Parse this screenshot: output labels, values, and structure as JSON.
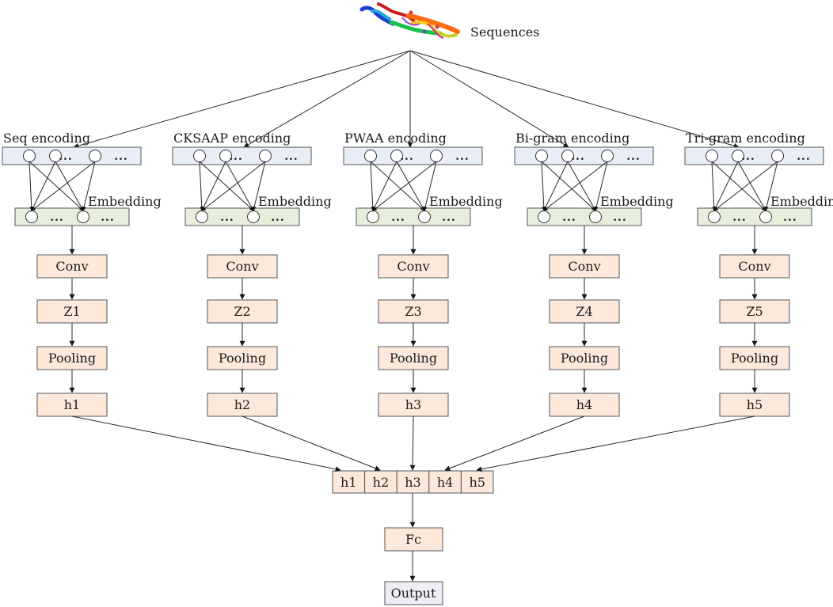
{
  "sequences_label": "Sequences",
  "embedding_label": "Embedding",
  "ellipsis": "...",
  "branches": [
    {
      "encoding": "Seq encoding",
      "conv": "Conv",
      "z": "Z1",
      "pool": "Pooling",
      "h": "h1"
    },
    {
      "encoding": "CKSAAP encoding",
      "conv": "Conv",
      "z": "Z2",
      "pool": "Pooling",
      "h": "h2"
    },
    {
      "encoding": "PWAA encoding",
      "conv": "Conv",
      "z": "Z3",
      "pool": "Pooling",
      "h": "h3"
    },
    {
      "encoding": "Bi-gram encoding",
      "conv": "Conv",
      "z": "Z4",
      "pool": "Pooling",
      "h": "h4"
    },
    {
      "encoding": "Tri-gram encoding",
      "conv": "Conv",
      "z": "Z5",
      "pool": "Pooling",
      "h": "h5"
    }
  ],
  "concat": [
    "h1",
    "h2",
    "h3",
    "h4",
    "h5"
  ],
  "fc": "Fc",
  "output": "Output",
  "colors": {
    "encoding_fill": "#e9eef6",
    "embedding_fill": "#e7efdc",
    "layer_fill": "#fde9dc",
    "output_fill": "#efedf6",
    "stroke": "#555555"
  }
}
